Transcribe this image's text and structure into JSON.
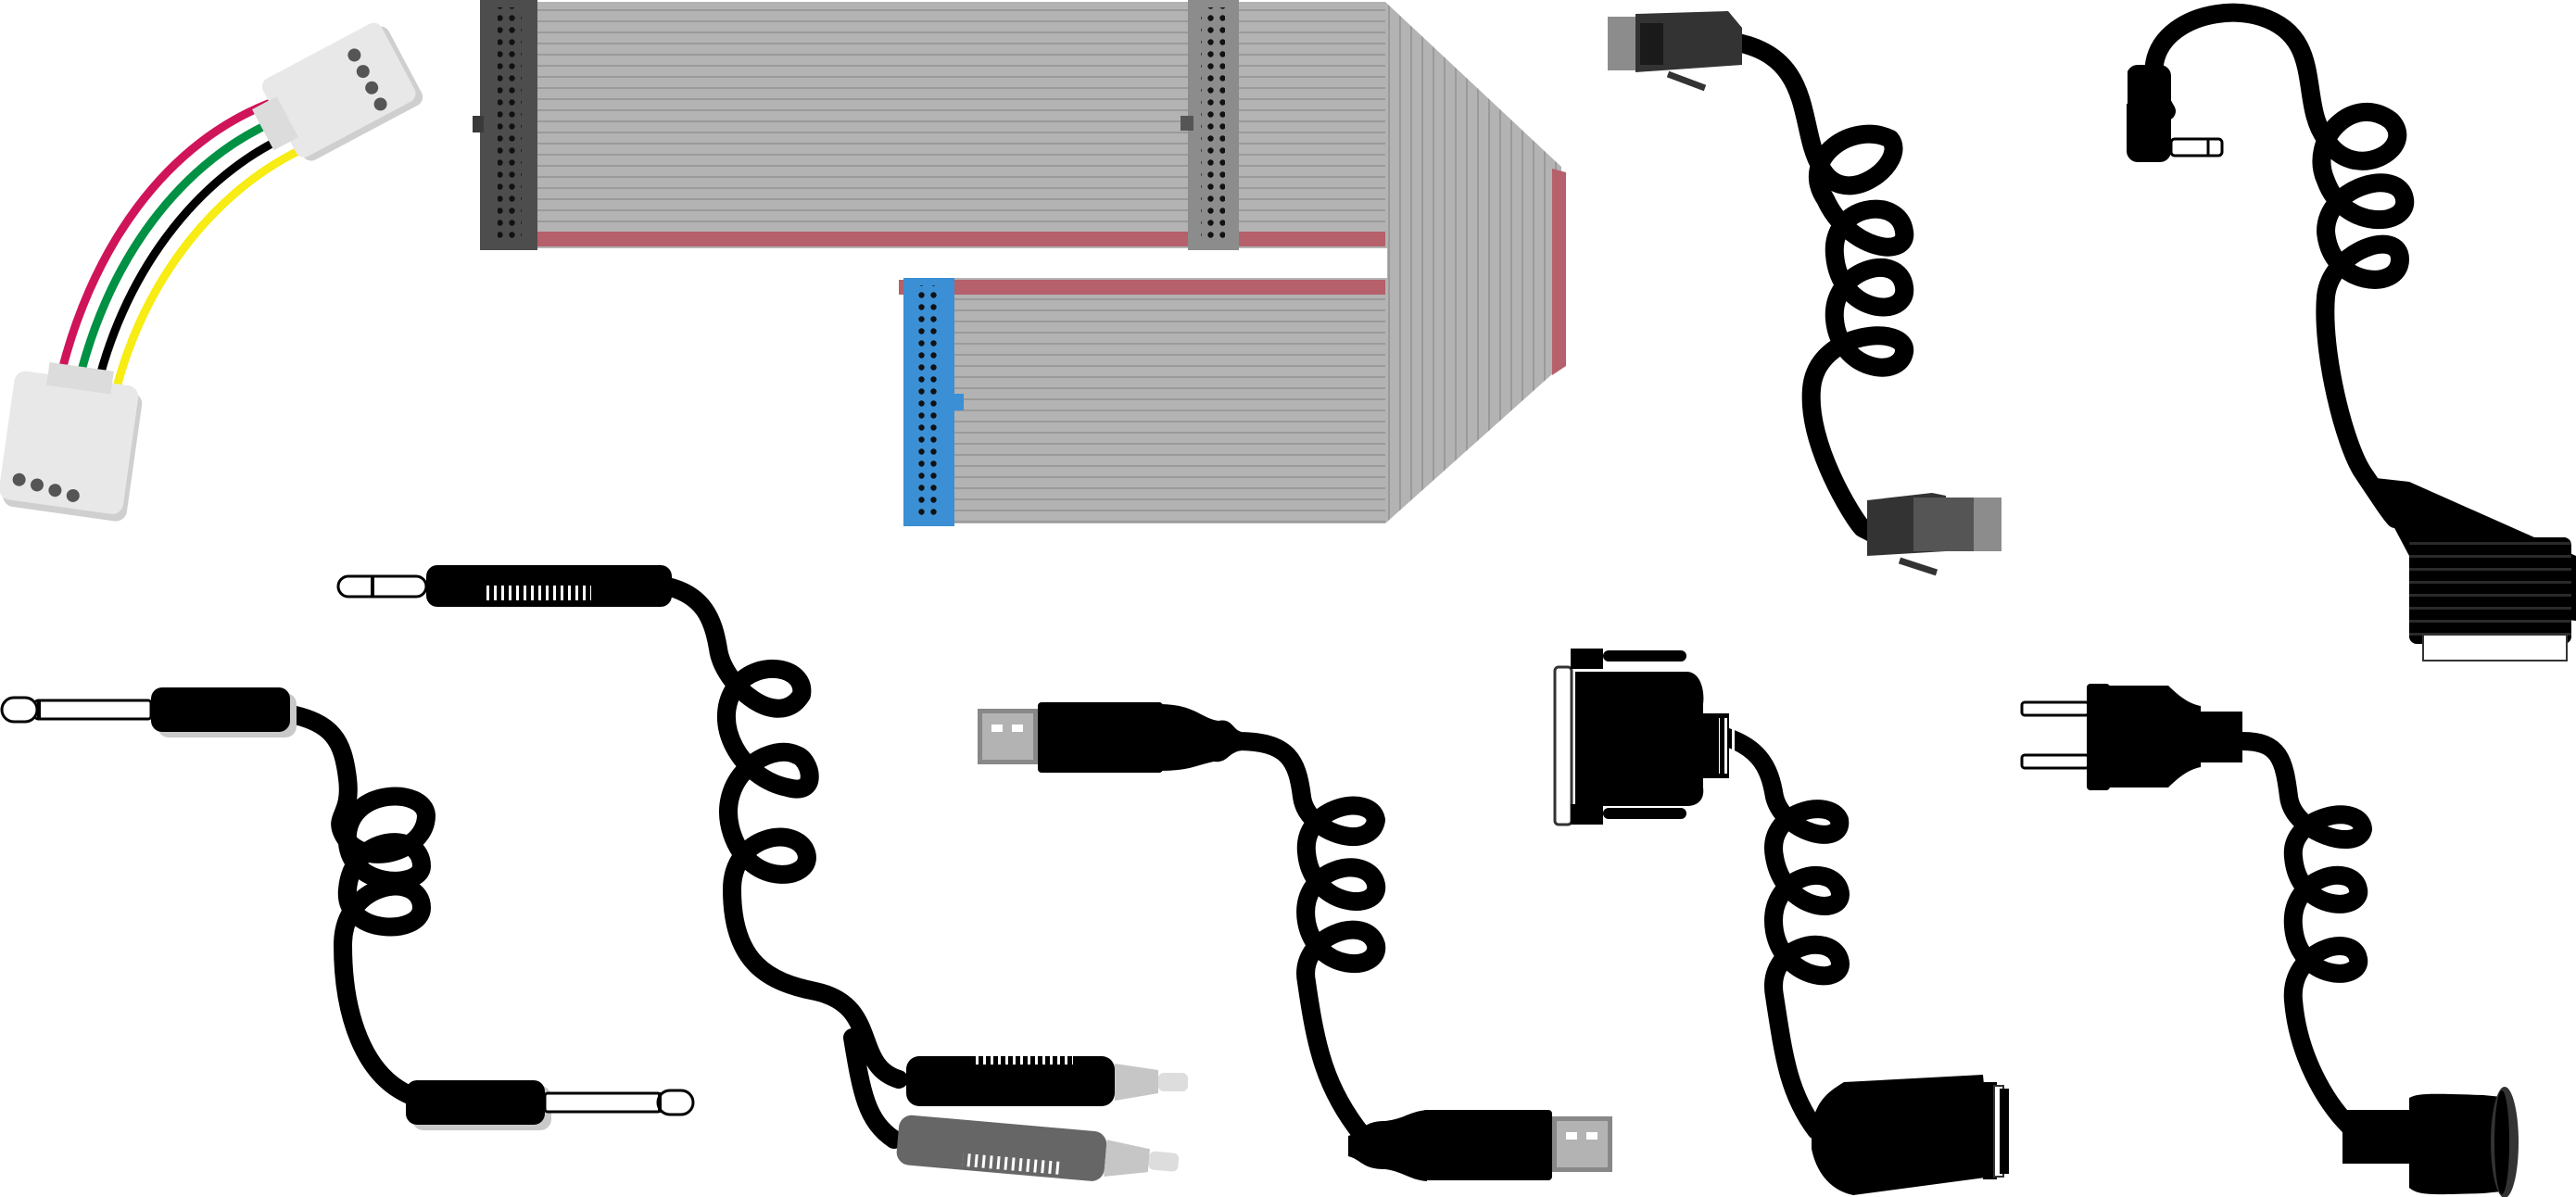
{
  "scene": {
    "background": "#ffffff",
    "items": [
      {
        "key": "molex",
        "icon": "molex-power-cable-icon",
        "wire_colors": [
          "#d0145a",
          "#009144",
          "#000000",
          "#f7ec13"
        ],
        "connector_color": "#e8e8e8"
      },
      {
        "key": "ribbon",
        "icon": "ide-ribbon-cable-icon",
        "ribbon_color": "#b3b3b3",
        "stripe_color": "#b5606a",
        "connector_colors": [
          "#4d4d4d",
          "#8c8c8c",
          "#3b8fd4"
        ]
      },
      {
        "key": "rj45",
        "icon": "ethernet-rj45-cable-icon",
        "connector_color": "#333333"
      },
      {
        "key": "scart",
        "icon": "scart-cable-icon"
      },
      {
        "key": "jack",
        "icon": "quarter-inch-jack-cable-icon"
      },
      {
        "key": "minijack_rca",
        "icon": "minijack-to-rca-cable-icon",
        "plug_colors": [
          "#000000",
          "#666666"
        ]
      },
      {
        "key": "usb",
        "icon": "usb-cable-icon"
      },
      {
        "key": "serial",
        "icon": "db25-serial-cable-icon"
      },
      {
        "key": "power",
        "icon": "power-plug-cable-icon"
      }
    ]
  }
}
